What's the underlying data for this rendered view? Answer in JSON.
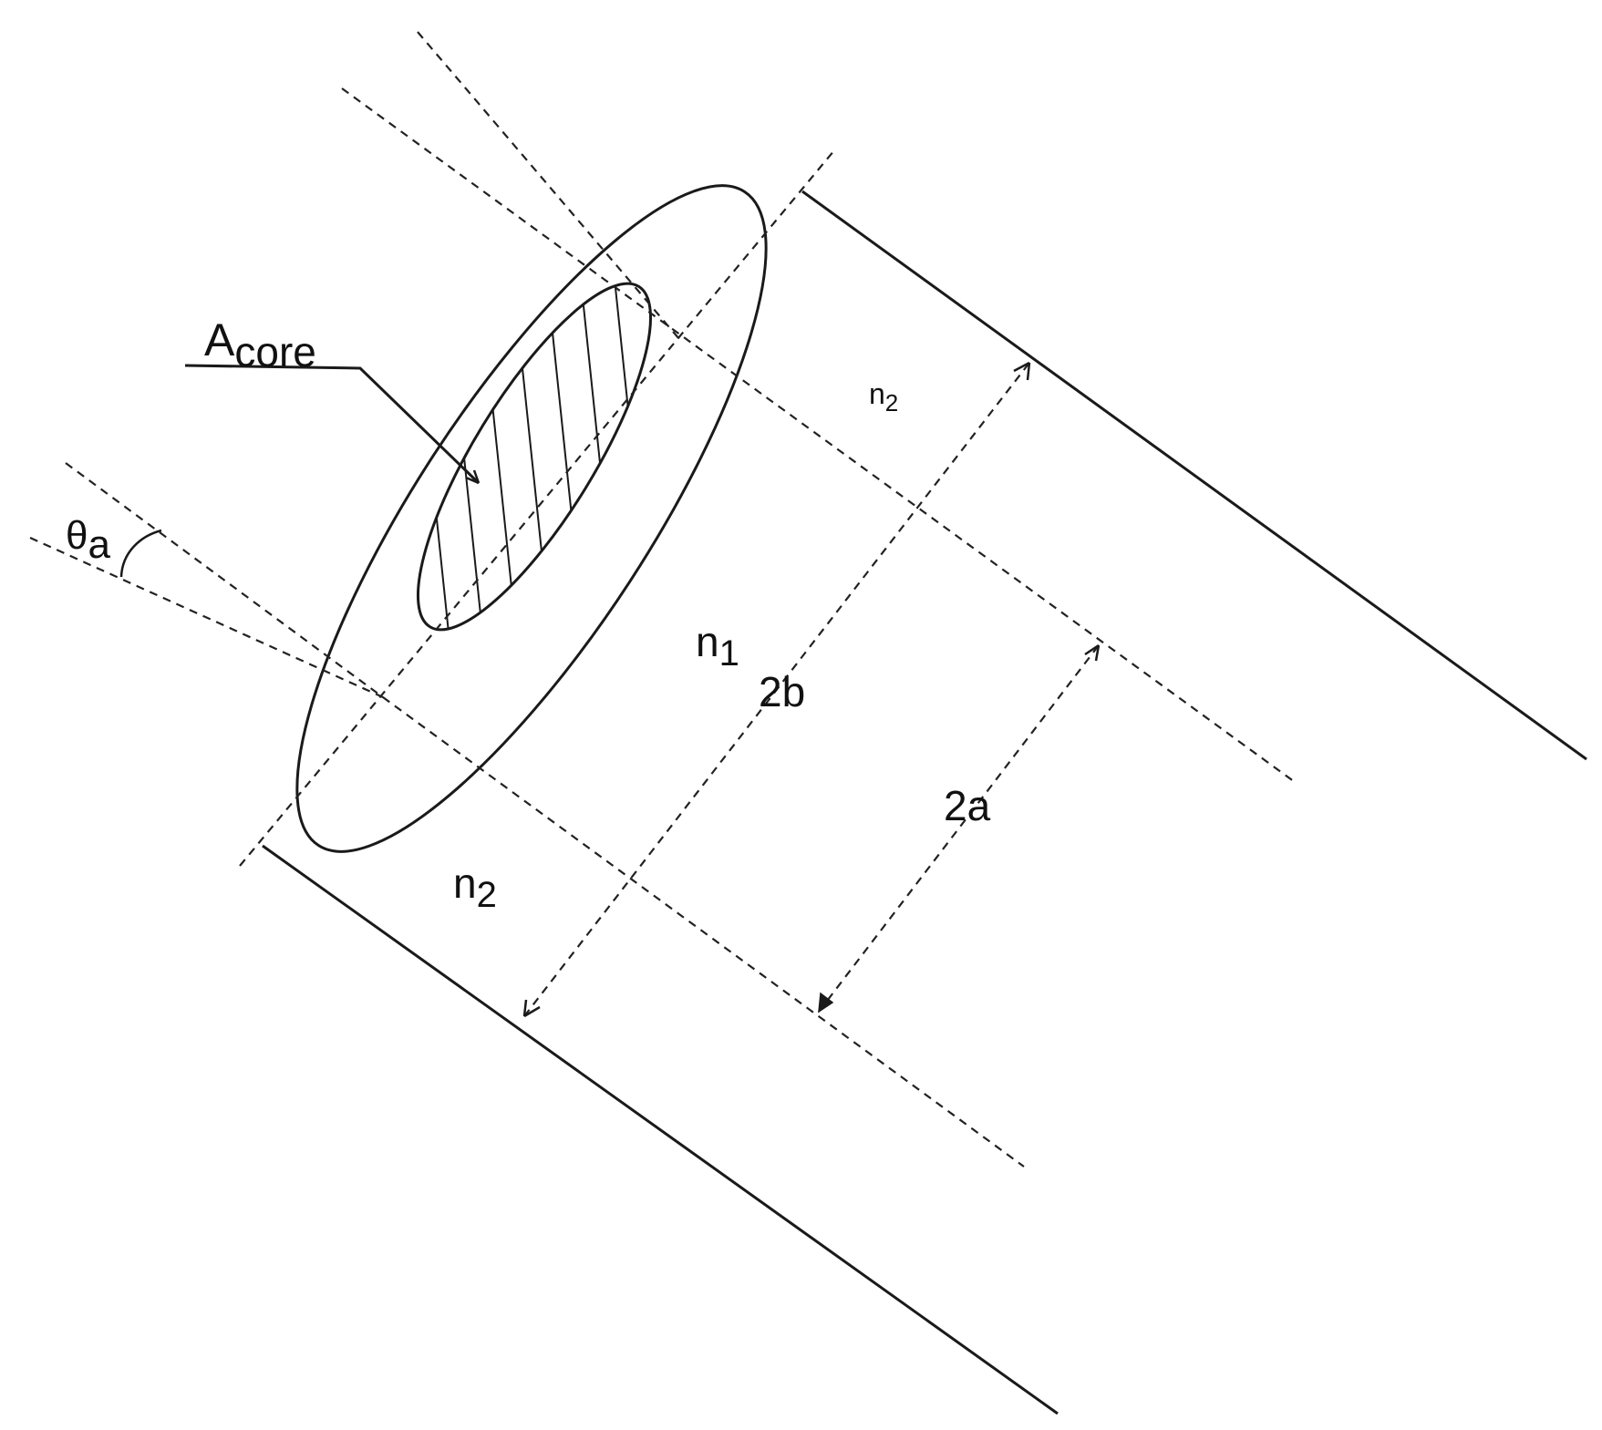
{
  "labels": {
    "core_area_main": "A",
    "core_area_sub": "core",
    "angle_main": "θ",
    "angle_sub": "a",
    "cladding_index_top_main": "n",
    "cladding_index_top_sub": "2",
    "core_index_main": "n",
    "core_index_sub": "1",
    "outer_diameter": "2b",
    "core_diameter": "2a",
    "cladding_index_bottom_main": "n",
    "cladding_index_bottom_sub": "2"
  },
  "colors": {
    "line": "#1a1a1a",
    "background": "#ffffff"
  }
}
